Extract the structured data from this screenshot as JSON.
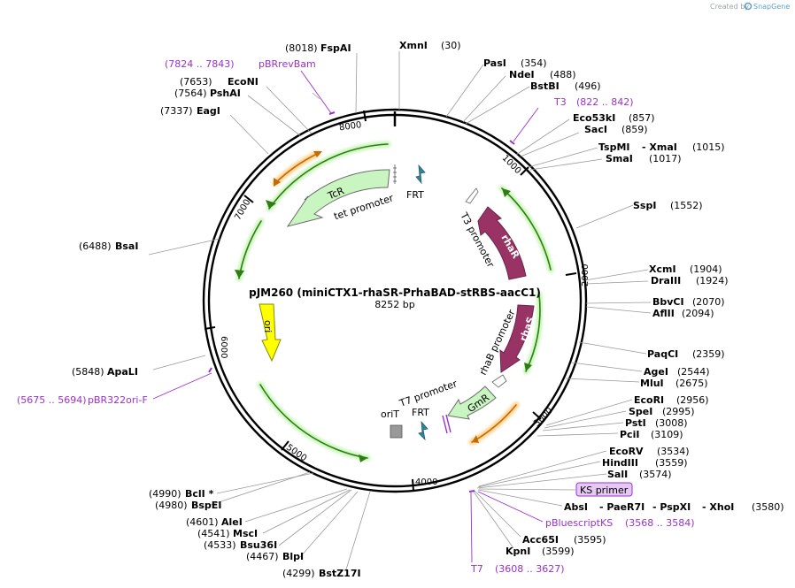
{
  "credit": {
    "prefix": "Created by",
    "brand": "SnapGene"
  },
  "map": {
    "title": "pJM260 (miniCTX1-rhaSR-PrhaBAD-stRBS-aacC1)",
    "size": "8252 bp",
    "ticks": [
      "1000",
      "2000",
      "3000",
      "4000",
      "5000",
      "6000",
      "7000",
      "8000"
    ]
  },
  "features": {
    "tcr": "TcR",
    "tet_promoter": "tet promoter",
    "frt1": "FRT",
    "t3_promoter": "T3 promoter",
    "rhar": "rhaR",
    "rhas": "rhaS",
    "rhab_promoter": "rhaB promoter",
    "ori": "ori",
    "gmr": "GmR",
    "t7_promoter": "T7 promoter",
    "frt2": "FRT",
    "orit": "oriT"
  },
  "sites": {
    "xmni": {
      "name": "XmnI",
      "pos": "(30)"
    },
    "fspai": {
      "name": "FspAI",
      "pos": "(8018)"
    },
    "pbrrevbam": {
      "name": "pBRrevBam",
      "pos": "(7824 .. 7843)"
    },
    "econi": {
      "name": "EcoNI",
      "pos": "(7653)"
    },
    "pshai": {
      "name": "PshAI",
      "pos": "(7564)"
    },
    "eagi": {
      "name": "EagI",
      "pos": "(7337)"
    },
    "pasi": {
      "name": "PasI",
      "pos": "(354)"
    },
    "ndei": {
      "name": "NdeI",
      "pos": "(488)"
    },
    "bstbi": {
      "name": "BstBI",
      "pos": "(496)"
    },
    "t3": {
      "name": "T3",
      "pos": "(822 .. 842)"
    },
    "eco53ki": {
      "name": "Eco53kI",
      "pos": "(857)"
    },
    "saci": {
      "name": "SacI",
      "pos": "(859)"
    },
    "tspmi": {
      "name": "TspMI",
      "extra": "- XmaI",
      "pos": "(1015)"
    },
    "smai": {
      "name": "SmaI",
      "pos": "(1017)"
    },
    "sspi": {
      "name": "SspI",
      "pos": "(1552)"
    },
    "xcmi": {
      "name": "XcmI",
      "pos": "(1904)"
    },
    "draiii": {
      "name": "DraIII",
      "pos": "(1924)"
    },
    "bbvci": {
      "name": "BbvCI",
      "pos": "(2070)"
    },
    "aflii": {
      "name": "AflII",
      "pos": "(2094)"
    },
    "paqci": {
      "name": "PaqCI",
      "pos": "(2359)"
    },
    "agei": {
      "name": "AgeI",
      "pos": "(2544)"
    },
    "mlui": {
      "name": "MluI",
      "pos": "(2675)"
    },
    "ecori": {
      "name": "EcoRI",
      "pos": "(2956)"
    },
    "spei": {
      "name": "SpeI",
      "pos": "(2995)"
    },
    "psti": {
      "name": "PstI",
      "pos": "(3008)"
    },
    "pcii": {
      "name": "PciI",
      "pos": "(3109)"
    },
    "ecorv": {
      "name": "EcoRV",
      "pos": "(3534)"
    },
    "hindiii": {
      "name": "HindIII",
      "pos": "(3559)"
    },
    "sali": {
      "name": "SalI",
      "pos": "(3574)"
    },
    "ks_primer": {
      "name": "KS primer"
    },
    "absi": {
      "name": "AbsI",
      "extra1": "- PaeR7I",
      "extra2": "- PspXI",
      "extra3": "- XhoI",
      "pos": "(3580)"
    },
    "pbluescriptks": {
      "name": "pBluescriptKS",
      "pos": "(3568 .. 3584)"
    },
    "acc65i": {
      "name": "Acc65I",
      "pos": "(3595)"
    },
    "kpni": {
      "name": "KpnI",
      "pos": "(3599)"
    },
    "t7": {
      "name": "T7",
      "pos": "(3608 .. 3627)"
    },
    "bsai": {
      "name": "BsaI",
      "pos": "(6488)"
    },
    "apali": {
      "name": "ApaLI",
      "pos": "(5848)"
    },
    "pbr322ori": {
      "name": "pBR322ori-F",
      "pos": "(5675 .. 5694)"
    },
    "bcli": {
      "name": "BclI *",
      "pos": "(4990)"
    },
    "bspei": {
      "name": "BspEI",
      "pos": "(4980)"
    },
    "alei": {
      "name": "AleI",
      "pos": "(4601)"
    },
    "msci": {
      "name": "MscI",
      "pos": "(4541)"
    },
    "bsu36i": {
      "name": "Bsu36I",
      "pos": "(4533)"
    },
    "blpi": {
      "name": "BlpI",
      "pos": "(4467)"
    },
    "bstz17i": {
      "name": "BstZ17I",
      "pos": "(4299)"
    }
  },
  "colors": {
    "tcr": "#c9f5c0",
    "rha": "#993366",
    "gmr": "#c9f5c0",
    "ori": "#ffff00",
    "frt": "#31849b",
    "orit": "#999999",
    "primer": "#9b30c9",
    "arc_green": "#2e7d12",
    "arc_orange": "#c56a00"
  }
}
